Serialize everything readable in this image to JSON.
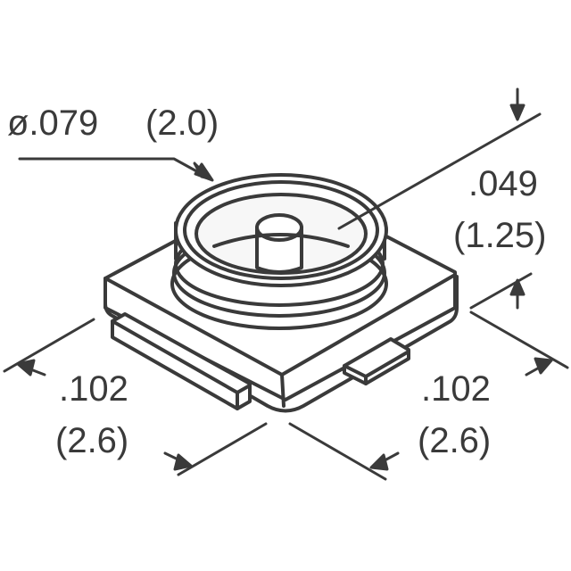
{
  "drawing": {
    "subject": "SMT RF coaxial connector, isometric view",
    "line_color": "#3a3a3a",
    "fill_color": "#ffffff"
  },
  "dimensions": {
    "diameter": {
      "inch": "ø.079",
      "mm": "(2.0)"
    },
    "height": {
      "inch": ".049",
      "mm": "(1.25)"
    },
    "width_left": {
      "inch": ".102",
      "mm": "(2.6)"
    },
    "width_right": {
      "inch": ".102",
      "mm": "(2.6)"
    }
  }
}
